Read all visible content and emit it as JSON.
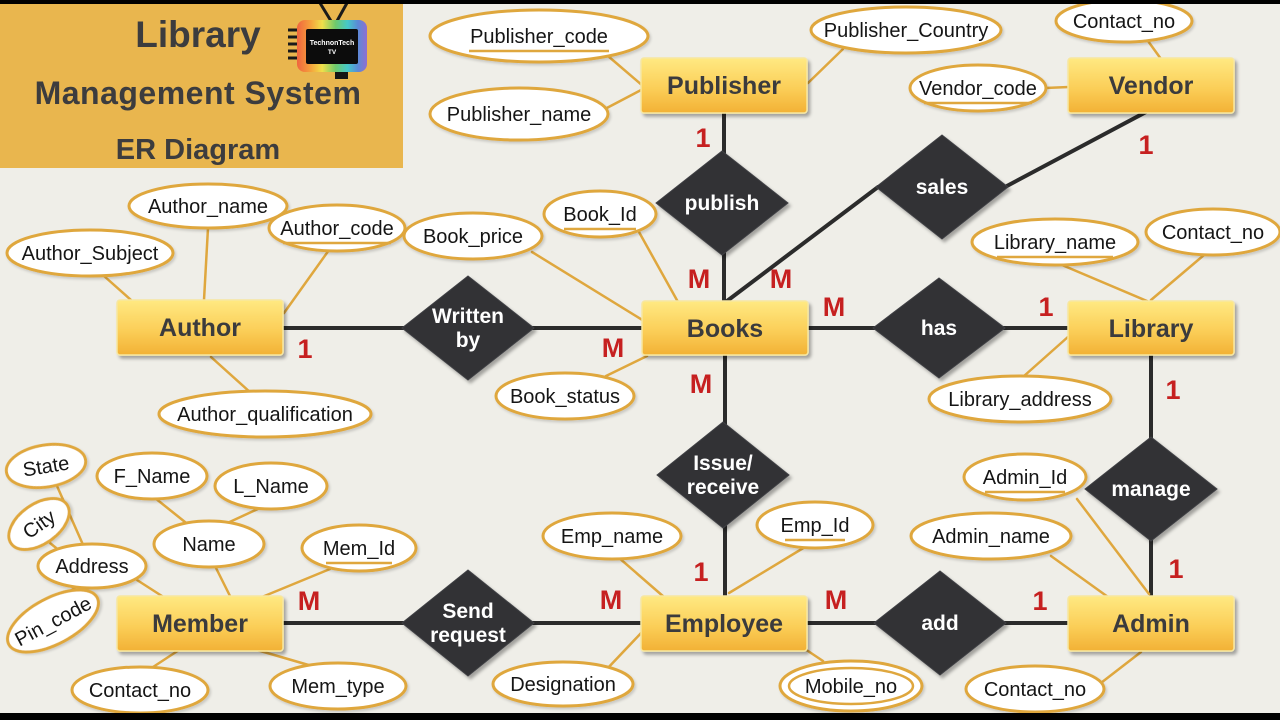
{
  "title": {
    "line1": "Library",
    "line2": "Management System",
    "line3": "ER Diagram",
    "logo_line1": "TechnonTech",
    "logo_line2": "TV"
  },
  "entities": {
    "publisher": "Publisher",
    "vendor": "Vendor",
    "author": "Author",
    "books": "Books",
    "library": "Library",
    "member": "Member",
    "employee": "Employee",
    "admin": "Admin"
  },
  "relationships": {
    "publish": {
      "label": "publish"
    },
    "sales": {
      "label": "sales"
    },
    "written_by": {
      "line1": "Written",
      "line2": "by"
    },
    "has": {
      "label": "has"
    },
    "issue_receive": {
      "line1": "Issue/",
      "line2": "receive"
    },
    "manage": {
      "label": "manage"
    },
    "send_request": {
      "line1": "Send",
      "line2": "request"
    },
    "add": {
      "label": "add"
    }
  },
  "attributes": {
    "publisher_code": {
      "label": "Publisher_code",
      "key": true
    },
    "publisher_name": {
      "label": "Publisher_name",
      "key": false
    },
    "publisher_country": {
      "label": "Publisher_Country",
      "key": false
    },
    "vendor_contact_no": {
      "label": "Contact_no",
      "key": false
    },
    "vendor_code": {
      "label": "Vendor_code",
      "key": true
    },
    "author_name": {
      "label": "Author_name",
      "key": false
    },
    "author_code": {
      "label": "Author_code",
      "key": true
    },
    "author_subject": {
      "label": "Author_Subject",
      "key": false
    },
    "author_qualification": {
      "label": "Author_qualification",
      "key": false
    },
    "book_price": {
      "label": "Book_price",
      "key": false
    },
    "book_id": {
      "label": "Book_Id",
      "key": true
    },
    "book_status": {
      "label": "Book_status",
      "key": false
    },
    "library_name": {
      "label": "Library_name",
      "key": true
    },
    "library_contact_no": {
      "label": "Contact_no",
      "key": false
    },
    "library_address": {
      "label": "Library_address",
      "key": false
    },
    "state": {
      "label": "State",
      "key": false
    },
    "f_name": {
      "label": "F_Name",
      "key": false
    },
    "l_name": {
      "label": "L_Name",
      "key": false
    },
    "city": {
      "label": "City",
      "key": false
    },
    "name": {
      "label": "Name",
      "key": false
    },
    "address": {
      "label": "Address",
      "key": false
    },
    "pin_code": {
      "label": "Pin_code",
      "key": false
    },
    "mem_id": {
      "label": "Mem_Id",
      "key": true
    },
    "emp_name": {
      "label": "Emp_name",
      "key": false
    },
    "emp_id": {
      "label": "Emp_Id",
      "key": true
    },
    "admin_id": {
      "label": "Admin_Id",
      "key": true
    },
    "admin_name": {
      "label": "Admin_name",
      "key": false
    },
    "member_contact_no": {
      "label": "Contact_no",
      "key": false
    },
    "mem_type": {
      "label": "Mem_type",
      "key": false
    },
    "designation": {
      "label": "Designation",
      "key": false
    },
    "mobile_no": {
      "label": "Mobile_no",
      "key": false,
      "multivalued": true
    },
    "admin_contact_no": {
      "label": "Contact_no",
      "key": false
    }
  },
  "cardinalities": {
    "publisher_publish": "1",
    "publish_books": "M",
    "vendor_sales": "1",
    "sales_books": "M",
    "author_written_by": "1",
    "written_by_books": "M",
    "books_has": "M",
    "has_library": "1",
    "books_issue_receive": "M",
    "issue_receive_employee": "1",
    "library_manage": "1",
    "manage_admin": "1",
    "member_send_request": "M",
    "send_request_employee": "M",
    "employee_add": "M",
    "add_admin": "1"
  },
  "colors": {
    "background": "#EFEEE8",
    "title_box": "#E9B64E",
    "title_text": "#3C3C3E",
    "entity_gradient_top": "#FFE982",
    "entity_gradient_bottom": "#F2B135",
    "diamond_fill": "#303134",
    "diamond_text": "#FFFFFF",
    "ellipse_stroke": "#DFA73E",
    "relationship_line": "#2B2B2B",
    "cardinality_text": "#C62020"
  }
}
